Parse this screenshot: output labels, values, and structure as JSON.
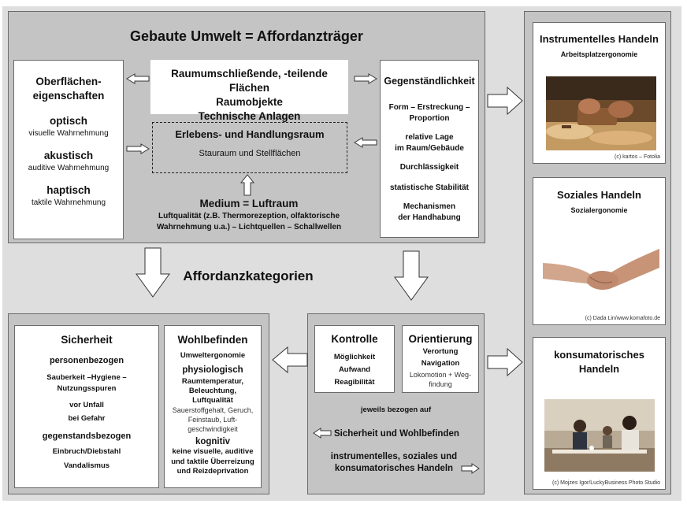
{
  "top": {
    "title": "Gebaute Umwelt = Affordanzträger",
    "surfaces": {
      "title_line1": "Oberflächen-",
      "title_line2": "eigenschaften",
      "items": [
        {
          "label": "optisch",
          "sub": "visuelle Wahrnehmung"
        },
        {
          "label": "akustisch",
          "sub": "auditive Wahrnehmung"
        },
        {
          "label": "haptisch",
          "sub": "taktile Wahrnehmung"
        }
      ]
    },
    "room": {
      "line1": "Raumumschließende, -teilende Flächen",
      "line2": "Raumobjekte",
      "line3": "Technische Anlagen"
    },
    "experience": {
      "title": "Erlebens- und Handlungsraum",
      "sub": "Stauraum und Stellflächen"
    },
    "medium": {
      "title": "Medium = Luftraum",
      "line1": "Luftqualität (z.B. Thermorezeption, olfaktorische",
      "line2": "Wahrnehmung u.a.) – Lichtquellen – Schallwellen"
    },
    "objectivity": {
      "title": "Gegenständlichkeit",
      "items": [
        [
          "Form – Erstreckung –",
          "Proportion"
        ],
        [
          "relative Lage",
          "im Raum/Gebäude"
        ],
        [
          "Durchlässigkeit"
        ],
        [
          "statistische Stabilität"
        ],
        [
          "Mechanismen",
          "der Handhabung"
        ]
      ]
    }
  },
  "categories_title": "Affordanzkategorien",
  "bottom_left": {
    "security": {
      "title": "Sicherheit",
      "person": "personenbezogen",
      "person_items": [
        "Sauberkeit –Hygiene –",
        "Nutzungsspuren",
        "vor Unfall",
        "bei Gefahr"
      ],
      "object": "gegenstandsbezogen",
      "object_items": [
        "Einbruch/Diebstahl",
        "Vandalismus"
      ]
    },
    "wellbeing": {
      "title": "Wohlbefinden",
      "sub": "Umweltergonomie",
      "physio": "physiologisch",
      "physio_bold": [
        "Raumtemperatur,",
        "Beleuchtung,",
        "Luftqualität"
      ],
      "physio_normal": [
        "Sauerstoffgehalt, Geruch,",
        "Feinstaub, Luft-",
        "geschwindigkeit"
      ],
      "cognitive": "kognitiv",
      "cognitive_items": [
        "keine visuelle, auditive",
        "und taktile Überreizung",
        "und Reizdeprivation"
      ]
    }
  },
  "bottom_middle": {
    "control": {
      "title": "Kontrolle",
      "items": [
        "Möglichkeit",
        "Aufwand",
        "Reagibilität"
      ]
    },
    "orientation": {
      "title": "Orientierung",
      "items_bold": [
        "Verortung",
        "Navigation"
      ],
      "items_normal": [
        "Lokomotion + Weg-",
        "findung"
      ]
    },
    "related": "jeweils bezogen auf",
    "security_wellbeing": "Sicherheit und Wohlbefinden",
    "actions_line1": "instrumentelles, soziales und",
    "actions_line2": "konsumatorisches Handeln"
  },
  "right": {
    "instrumental": {
      "title": "Instrumentelles Handeln",
      "sub": "Arbeitsplatzergonomie",
      "credit": "(c) kartos – Fotolia",
      "image": "woodworking-hands-photo"
    },
    "social": {
      "title": "Soziales Handeln",
      "sub": "Sozialergonomie",
      "credit": "(c) Dada Lin/www.komafoto.de",
      "image": "handshake-photo"
    },
    "consumatory": {
      "title_line1": "konsumatorisches",
      "title_line2": "Handeln",
      "credit": "(c) Mojzes Igor/LuckyBusiness Photo Studio",
      "image": "cafe-people-photo"
    }
  },
  "colors": {
    "panel_grey": "#c4c4c4",
    "background": "#dedede",
    "border": "#6a6a6a"
  }
}
